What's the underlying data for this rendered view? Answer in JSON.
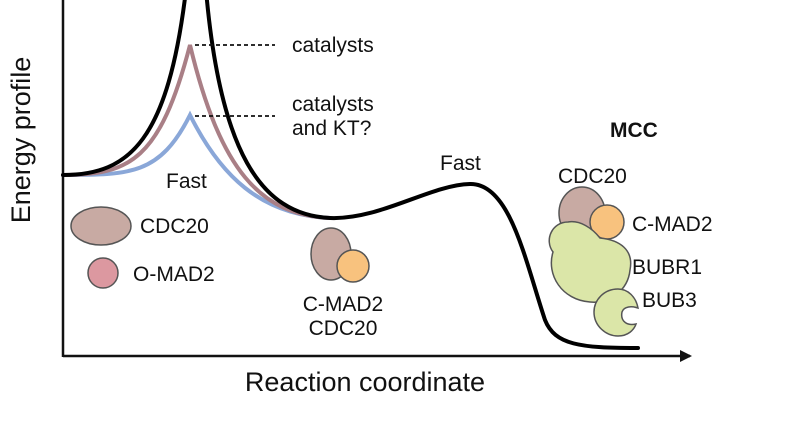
{
  "axes": {
    "y_title": "Energy profile",
    "x_title": "Reaction coordinate"
  },
  "annotations": {
    "catalysts": "catalysts",
    "catalysts_kt_line1": "catalysts",
    "catalysts_kt_line2": "and KT?",
    "fast_left": "Fast",
    "fast_right": "Fast"
  },
  "species": {
    "cdc20": "CDC20",
    "omad2": "O-MAD2",
    "complex_line1": "C-MAD2",
    "complex_line2": "CDC20",
    "mcc_title": "MCC",
    "mcc_cdc20": "CDC20",
    "mcc_cmad2": "C-MAD2",
    "mcc_bubr1": "BUBR1",
    "mcc_bub3": "BUB3"
  },
  "colors": {
    "uncatalyzed_curve": "#000000",
    "catalysts_curve": "#a97f86",
    "catalysts_kt_curve": "#8aa7d8",
    "cdc20": "#c8aaa3",
    "omad2": "#dc98a0",
    "cmad2": "#f8c27e",
    "bubr1": "#dbe6a8",
    "bub3": "#dbe6a8"
  }
}
